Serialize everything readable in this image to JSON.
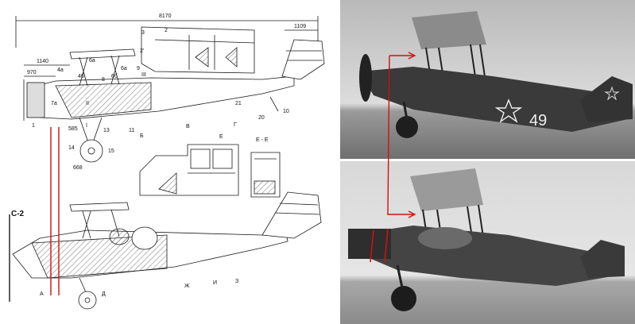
{
  "colors": {
    "ink": "#1a1a1a",
    "hatch": "#555555",
    "accent_red": "#d01010",
    "photo_sky_top": "#cfcfcf",
    "photo_sky": "#e4e4e4",
    "photo_ground": "#7a7a7a",
    "aircraft_dark": "#3a3a3a"
  },
  "drawing": {
    "dimensions": {
      "overall_length": "8170",
      "tail_width": "1109",
      "nose_1": "1140",
      "nose_2": "970",
      "gear_1": "585",
      "gear_2": "668"
    },
    "top_labels": [
      "3",
      "2",
      "2'",
      "6a",
      "4a",
      "4б",
      "6б",
      "6a",
      "8",
      "9",
      "III",
      "II",
      "I",
      "7a",
      "1",
      "14",
      "15",
      "13",
      "11",
      "21",
      "20",
      "10"
    ],
    "section_letters": {
      "b": "Б",
      "v": "В",
      "g": "Г",
      "e": "Е",
      "section_title": "Е - Е",
      "a": "А",
      "d": "Д",
      "zh": "Ж",
      "i": "И",
      "z": "З"
    },
    "variant_label": "С-2"
  },
  "photos": {
    "top_tail_number": "49"
  }
}
